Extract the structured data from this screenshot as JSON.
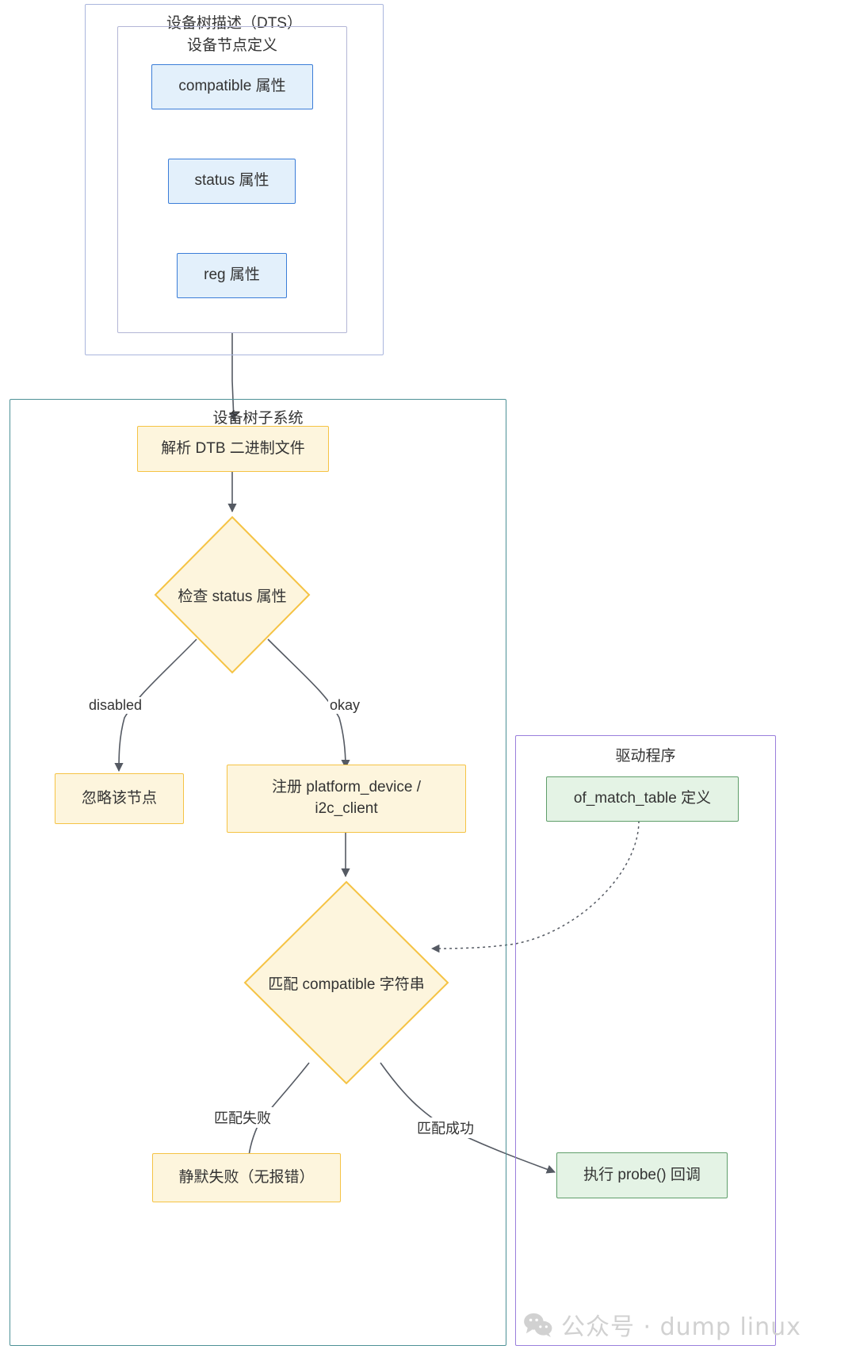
{
  "diagram": {
    "type": "flowchart",
    "title_visible": false,
    "clusters": [
      {
        "id": "dts",
        "label": "设备树描述（DTS）",
        "border_color": "#aab6dd"
      },
      {
        "id": "node_def",
        "label": "设备节点定义",
        "border_color": "#b3b6d6"
      },
      {
        "id": "subsystem",
        "label": "设备树子系统",
        "border_color": "#4d9196"
      },
      {
        "id": "driver",
        "label": "驱动程序",
        "border_color": "#9a7fdc"
      }
    ],
    "nodes": [
      {
        "id": "compatible",
        "label": "compatible 属性",
        "shape": "rect",
        "style": "blue"
      },
      {
        "id": "status",
        "label": "status 属性",
        "shape": "rect",
        "style": "blue"
      },
      {
        "id": "reg",
        "label": "reg 属性",
        "shape": "rect",
        "style": "blue"
      },
      {
        "id": "parse_dtb",
        "label": "解析 DTB 二进制文件",
        "shape": "rect",
        "style": "yellow"
      },
      {
        "id": "check_status",
        "label": "检查 status 属性",
        "shape": "diamond",
        "style": "yellow"
      },
      {
        "id": "ignore_node",
        "label": "忽略该节点",
        "shape": "rect",
        "style": "yellow"
      },
      {
        "id": "register_dev",
        "label": "注册 platform_device /\ni2c_client",
        "shape": "rect",
        "style": "yellow"
      },
      {
        "id": "match_compatible",
        "label": "匹配 compatible 字符串",
        "shape": "diamond",
        "style": "yellow"
      },
      {
        "id": "silent_fail",
        "label": "静默失败（无报错）",
        "shape": "rect",
        "style": "yellow"
      },
      {
        "id": "of_match_table",
        "label": "of_match_table 定义",
        "shape": "rect",
        "style": "green"
      },
      {
        "id": "probe",
        "label": "执行 probe() 回调",
        "shape": "rect",
        "style": "green"
      }
    ],
    "edges": [
      {
        "from": "node_def",
        "to": "parse_dtb",
        "label": "",
        "style": "solid"
      },
      {
        "from": "parse_dtb",
        "to": "check_status",
        "label": "",
        "style": "solid"
      },
      {
        "from": "check_status",
        "to": "ignore_node",
        "label": "disabled",
        "style": "solid"
      },
      {
        "from": "check_status",
        "to": "register_dev",
        "label": "okay",
        "style": "solid"
      },
      {
        "from": "register_dev",
        "to": "match_compatible",
        "label": "",
        "style": "solid"
      },
      {
        "from": "of_match_table",
        "to": "match_compatible",
        "label": "",
        "style": "dotted"
      },
      {
        "from": "match_compatible",
        "to": "silent_fail",
        "label": "匹配失败",
        "style": "solid"
      },
      {
        "from": "match_compatible",
        "to": "probe",
        "label": "匹配成功",
        "style": "solid"
      }
    ],
    "edge_labels": {
      "disabled": "disabled",
      "okay": "okay",
      "match_fail": "匹配失败",
      "match_success": "匹配成功"
    },
    "colors": {
      "blue_fill": "#e3f0fb",
      "blue_stroke": "#3b7dd8",
      "yellow_fill": "#fdf5dd",
      "yellow_stroke": "#f5c344",
      "green_fill": "#e4f3e5",
      "green_stroke": "#5f9e6a",
      "edge_stroke": "#555a63",
      "cluster_dts": "#aab6dd",
      "cluster_nodedef": "#b3b6d6",
      "cluster_subsystem": "#4d9196",
      "cluster_driver": "#9a7fdc"
    }
  },
  "watermark": {
    "text": "公众号 · dump linux",
    "icon": "wechat-icon"
  }
}
